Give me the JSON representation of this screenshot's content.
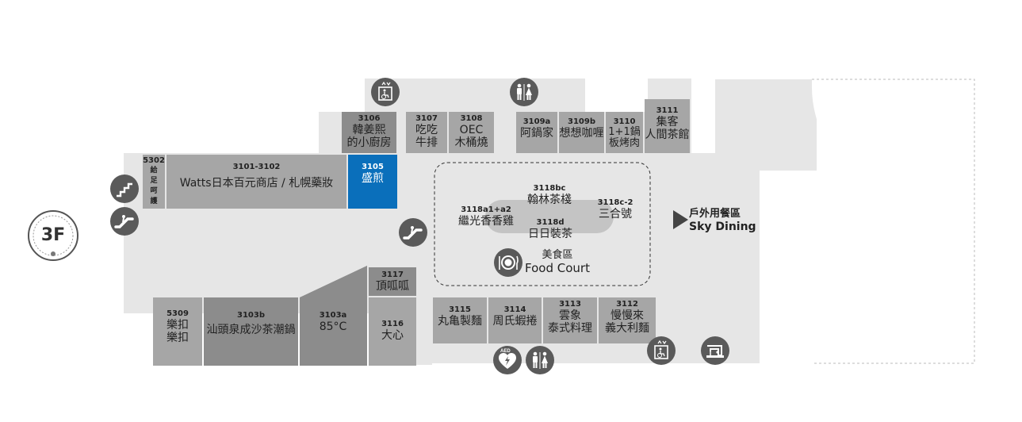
{
  "floor": {
    "label": "3F"
  },
  "stores": {
    "s3106": {
      "num": "3106",
      "name_1": "韓姜熙",
      "name_2": "的小廚房"
    },
    "s3107": {
      "num": "3107",
      "name_1": "吃吃",
      "name_2": "牛排"
    },
    "s3108": {
      "num": "3108",
      "name_1": "OEC",
      "name_2": "木桶燒"
    },
    "s3109a": {
      "num": "3109a",
      "name": "阿鍋家"
    },
    "s3109b": {
      "num": "3109b",
      "name": "想想咖喱"
    },
    "s3110": {
      "num": "3110",
      "name_1": "1+1鍋",
      "name_2": "板烤肉"
    },
    "s3111": {
      "num": "3111",
      "name_1": "集客",
      "name_2": "人間茶館"
    },
    "s5302": {
      "num": "5302",
      "name_chars": [
        "給",
        "足",
        "呵",
        "護"
      ]
    },
    "s3101": {
      "num": "3101-3102",
      "name": "Watts日本百元商店 / 札幌藥妝"
    },
    "s3105": {
      "num": "3105",
      "name": "盛煎"
    },
    "s3118bc": {
      "num": "3118bc",
      "name": "翰林茶棧"
    },
    "s3118c2": {
      "num": "3118c-2",
      "name": "三合號"
    },
    "s3118a": {
      "num": "3118a1+a2",
      "name": "繼光香香雞"
    },
    "s3118d": {
      "num": "3118d",
      "name": "日日裝茶"
    },
    "s3117": {
      "num": "3117",
      "name": "頂呱呱"
    },
    "s5309": {
      "num": "5309",
      "name_1": "樂扣",
      "name_2": "樂扣"
    },
    "s3103b": {
      "num": "3103b",
      "name": "汕頭泉成沙茶潮鍋"
    },
    "s3103a": {
      "num": "3103a",
      "name": "85°C"
    },
    "s3116": {
      "num": "3116",
      "name": "大心"
    },
    "s3115": {
      "num": "3115",
      "name": "丸亀製麵"
    },
    "s3114": {
      "num": "3114",
      "name": "周氏蝦捲"
    },
    "s3113": {
      "num": "3113",
      "name_1": "雲象",
      "name_2": "泰式料理"
    },
    "s3112": {
      "num": "3112",
      "name_1": "慢慢來",
      "name_2": "義大利麵"
    }
  },
  "food_court": {
    "label_zh": "美食區",
    "label_en": "Food Court"
  },
  "outdoor": {
    "label_zh": "戶外用餐區",
    "label_en": "Sky Dining"
  },
  "icons": {
    "aed_text": "AED"
  },
  "colors": {
    "store_light": "#a6a6a6",
    "store_dark": "#8c8c8c",
    "highlight": "#0a6fbb",
    "floor_area": "#e6e6e6",
    "icon": "#5a5a5a"
  }
}
